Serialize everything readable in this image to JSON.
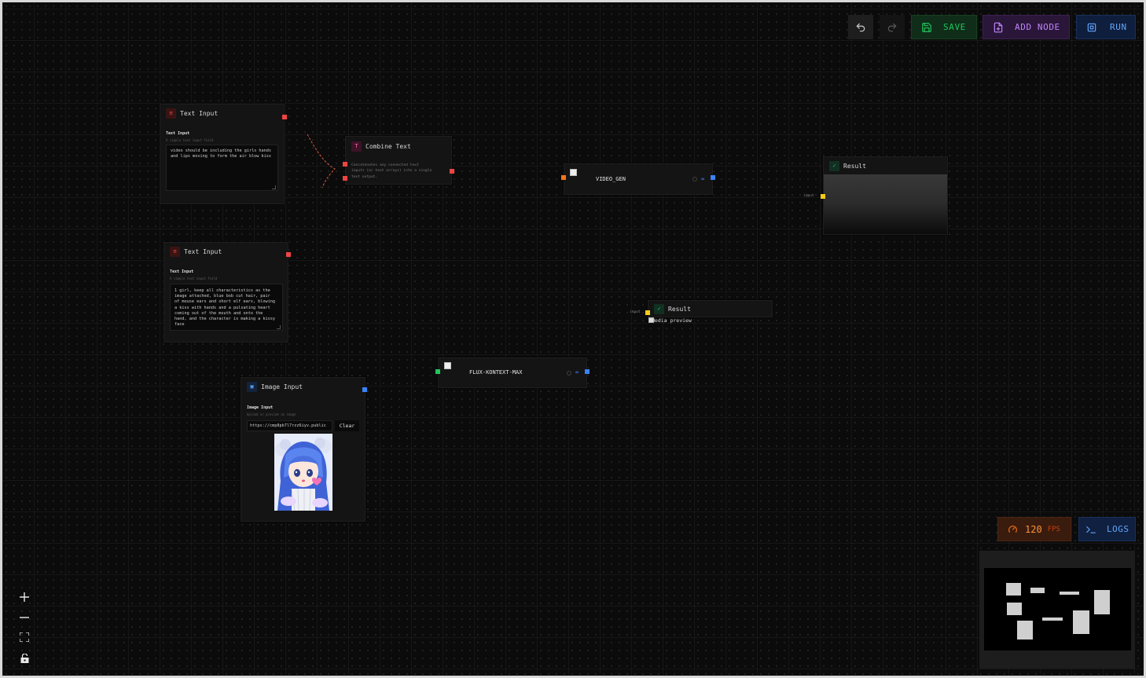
{
  "toolbar": {
    "undo_icon": "undo-icon",
    "redo_icon": "redo-icon",
    "save_label": "SAVE",
    "add_node_label": "ADD NODE",
    "run_label": "RUN",
    "colors": {
      "save": "#22c55e",
      "add_node": "#c084fc",
      "run": "#60a5fa"
    }
  },
  "nodes": {
    "text_input_1": {
      "title": "Text Input",
      "field_label": "Text Input",
      "field_desc": "A simple text input field",
      "value": "video should be including the girls hands\nand lips moving to form the air blow kiss"
    },
    "combine_text": {
      "title": "Combine Text",
      "description": "Concatenates any connected text\ninputs (or text arrays) into a single\ntext output."
    },
    "video_gen": {
      "title": "VIDEO_GEN"
    },
    "result_1": {
      "title": "Result",
      "input_label": "input"
    },
    "text_input_2": {
      "title": "Text Input",
      "field_label": "Text Input",
      "field_desc": "A simple text input field",
      "value": "1 girl, keep all characteristics as the\nimage attached, blue bob cut hair, pair\nof mouse ears and short elf ears, blowing\na kiss with hands and a pulsating heart\ncoming out of the mouth and onto the\nhand, and the character is making a kissy\nface"
    },
    "result_2": {
      "title": "Result",
      "input_label": "input",
      "preview_alt": "Media preview"
    },
    "flux": {
      "title": "FLUX-KONTEXT-MAX"
    },
    "image_input": {
      "title": "Image Input",
      "field_label": "Image Input",
      "field_desc": "Upload or provide an image",
      "url_value": "https://cmp8pb7l7rzz6iyv.public",
      "clear_label": "Clear"
    }
  },
  "status": {
    "fps_value": "120",
    "fps_unit": "FPS",
    "logs_label": "LOGS",
    "fps_color": "#f97316",
    "logs_color": "#60a5fa"
  },
  "zoom": {
    "zoom_in_icon": "plus-icon",
    "zoom_out_icon": "minus-icon",
    "fit_icon": "fit-view-icon",
    "lock_icon": "lock-icon"
  }
}
